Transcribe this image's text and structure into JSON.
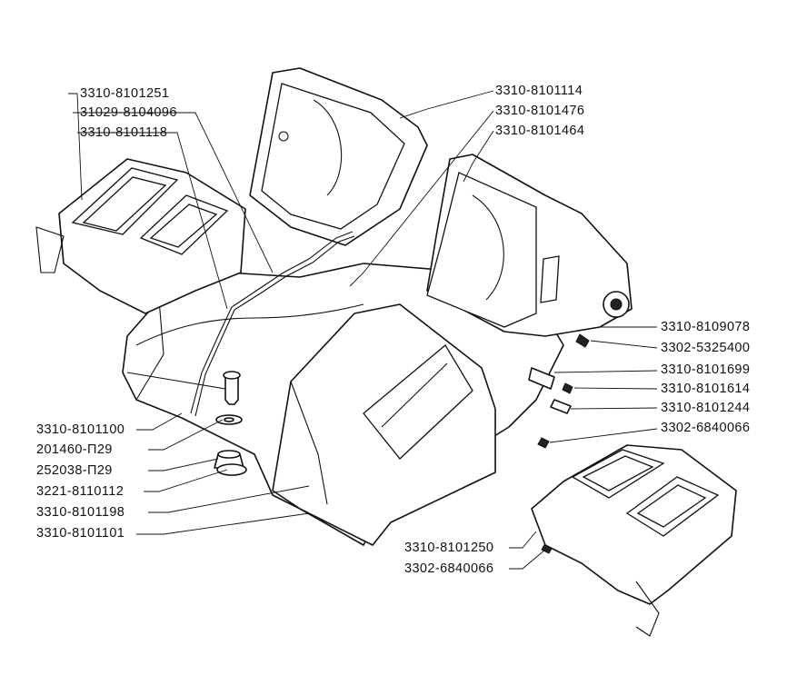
{
  "figure": {
    "part_labels": [
      "3310-8101251",
      "31029-8104096",
      "3310-8101118",
      "3310-8101114",
      "3310-8101476",
      "3310-8101464",
      "3310-8109078",
      "3302-5325400",
      "3310-8101699",
      "3310-8101614",
      "3310-8101244",
      "3302-6840066",
      "3310-8101100",
      "201460-П29",
      "252038-П29",
      "3221-8110112",
      "3310-8101198",
      "3310-8101101",
      "3310-8101250",
      "3302-6840066"
    ]
  }
}
